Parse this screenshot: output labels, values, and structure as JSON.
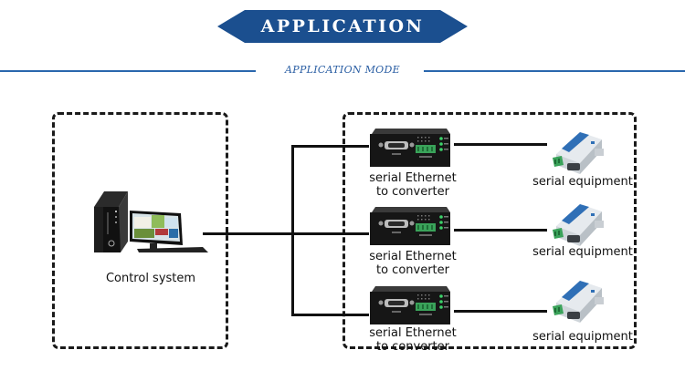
{
  "banner": {
    "title": "APPLICATION",
    "fill_color": "#1b4f8f"
  },
  "subtitle": {
    "text": "APPLICATION MODE",
    "line_color": "#2a67ad"
  },
  "control_system": {
    "label": "Control system",
    "icon": "desktop-computer-icon"
  },
  "converters": [
    {
      "label_line1": "serial Ethernet",
      "label_line2": "to converter",
      "icon": "serial-ethernet-converter-icon"
    },
    {
      "label_line1": "serial Ethernet",
      "label_line2": "to converter",
      "icon": "serial-ethernet-converter-icon"
    },
    {
      "label_line1": "serial Ethernet",
      "label_line2": "to converter",
      "icon": "serial-ethernet-converter-icon"
    }
  ],
  "equipment": [
    {
      "label": "serial equipment",
      "icon": "serial-device-icon"
    },
    {
      "label": "serial equipment",
      "icon": "serial-device-icon"
    },
    {
      "label": "serial equipment",
      "icon": "serial-device-icon"
    }
  ]
}
